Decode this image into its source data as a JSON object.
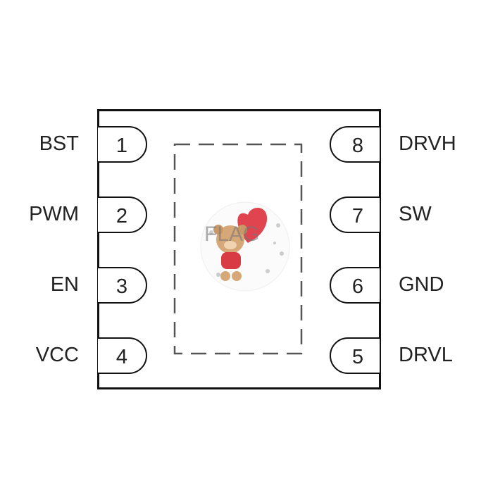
{
  "title": "8-pin package pinout, top view",
  "pins": [
    {
      "number": "1",
      "name": "BST",
      "side": "left"
    },
    {
      "number": "2",
      "name": "PWM",
      "side": "left"
    },
    {
      "number": "3",
      "name": "EN",
      "side": "left"
    },
    {
      "number": "4",
      "name": "VCC",
      "side": "left"
    },
    {
      "number": "5",
      "name": "DRVL",
      "side": "right"
    },
    {
      "number": "6",
      "name": "GND",
      "side": "right"
    },
    {
      "number": "7",
      "name": "SW",
      "side": "right"
    },
    {
      "number": "8",
      "name": "DRVH",
      "side": "right"
    }
  ],
  "center_label": "FLAG",
  "colors": {
    "outline": "#111111",
    "dash": "#555555",
    "heart": "#e0454f"
  }
}
